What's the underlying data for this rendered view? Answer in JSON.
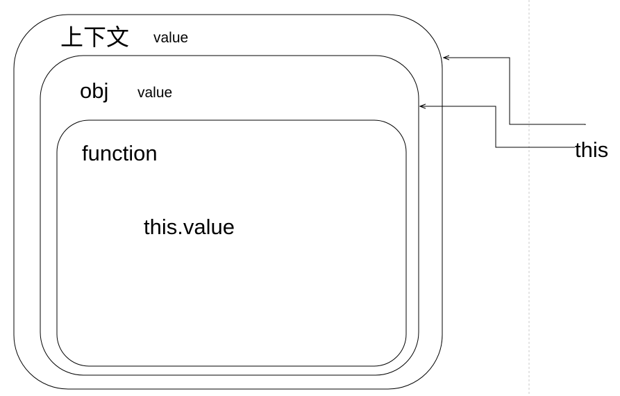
{
  "diagram": {
    "outer": {
      "title": "上下文",
      "value": "value"
    },
    "middle": {
      "title": "obj",
      "value": "value"
    },
    "inner": {
      "title": "function",
      "expression": "this.value"
    },
    "pointer": {
      "label": "this"
    }
  }
}
